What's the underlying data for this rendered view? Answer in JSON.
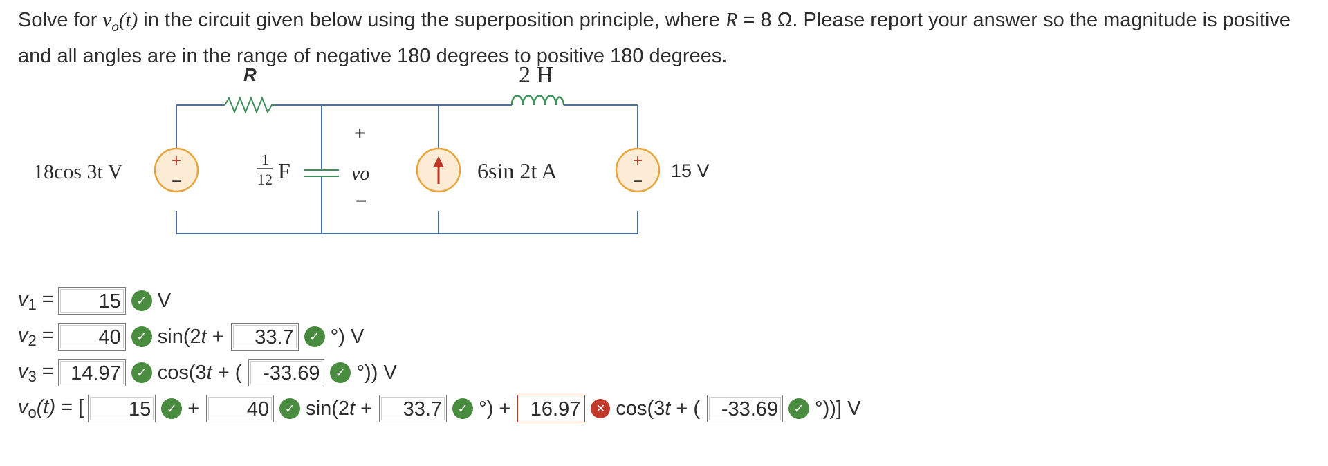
{
  "question": {
    "part1": "Solve for ",
    "vo": "v",
    "vo_sub": "o",
    "vo_arg": "(t)",
    "part2": " in the circuit given below using the superposition principle, where ",
    "R": "R",
    "part3": " = 8 Ω. Please report your answer so the magnitude is positive and all angles are in the range of negative 180 degrees to positive 180 degrees."
  },
  "circuit": {
    "resistor_label": "R",
    "inductor_label": "2 H",
    "source_v1_label": "18cos 3t V",
    "cap_num": "1",
    "cap_den": "12",
    "cap_unit": "F",
    "vo_label": "vo",
    "plus": "+",
    "minus": "−",
    "current_source_label": "6sin 2t A",
    "source_v3_label": "15 V"
  },
  "answers": {
    "v1": {
      "label": "v",
      "sub": "1",
      "eq": " =",
      "value": "15",
      "unit": "V"
    },
    "v2": {
      "label": "v",
      "sub": "2",
      "eq": " =",
      "value": "40",
      "text1": "sin(2",
      "t": "t",
      "text2": " + ",
      "angle": "33.7",
      "text3": "°) V"
    },
    "v3": {
      "label": "v",
      "sub": "3",
      "eq": " =",
      "value": "14.97",
      "text1": "cos(3",
      "t": "t",
      "text2": " + (",
      "angle": "-33.69",
      "text3": "°)) V"
    },
    "vo": {
      "label": "v",
      "sub": "o",
      "arg": "(t)",
      "eq": " = [",
      "v1": "15",
      "plus1": "+",
      "v2": "40",
      "t1a": "sin(2",
      "t1t": "t",
      "t1b": " + ",
      "a2": "33.7",
      "t2": "°) +",
      "v3": "16.97",
      "t3a": "cos(3",
      "t3t": "t",
      "t3b": " + (",
      "a3": "-33.69",
      "t4": "°))] V"
    }
  },
  "icons": {
    "correct": "check-circle-icon",
    "incorrect": "x-circle-icon"
  },
  "colors": {
    "wire": "#4a6fa5",
    "inductor": "#3f8f5a",
    "source_fill": "#fcebd5",
    "source_ring": "#e8a43a",
    "correct": "#4a8c3f",
    "incorrect": "#c0392b"
  }
}
